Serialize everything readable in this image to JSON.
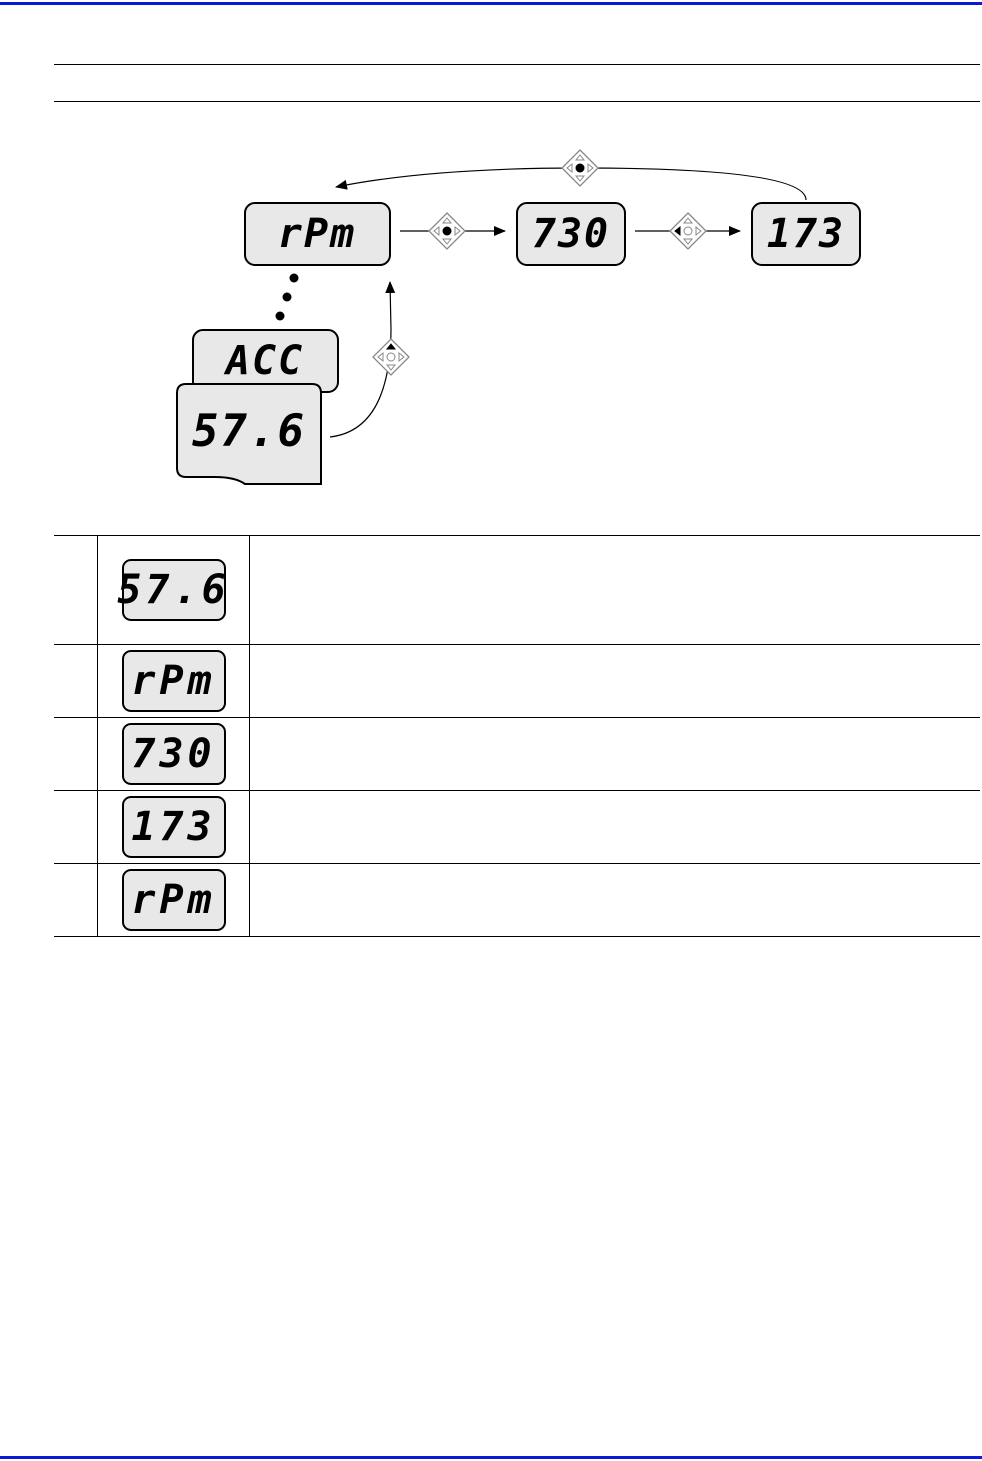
{
  "colors": {
    "rule": "#0a1ad6",
    "lcd_fill": "#e8e8e8",
    "line": "#000000"
  },
  "diagram": {
    "displays": {
      "rpm": "rPm",
      "p730": "730",
      "p173": "173",
      "acc": "ACC",
      "val576": "57.6"
    },
    "keys": {
      "top": "center-dot-key-icon",
      "mid_left": "center-dot-key-icon",
      "mid_right": "left-arrow-key-icon",
      "up": "up-arrow-key-icon"
    }
  },
  "steps": [
    {
      "display": "57.6",
      "text": ""
    },
    {
      "display": "rPm",
      "text": ""
    },
    {
      "display": "730",
      "text": ""
    },
    {
      "display": "173",
      "text": ""
    },
    {
      "display": "rPm",
      "text": ""
    }
  ]
}
